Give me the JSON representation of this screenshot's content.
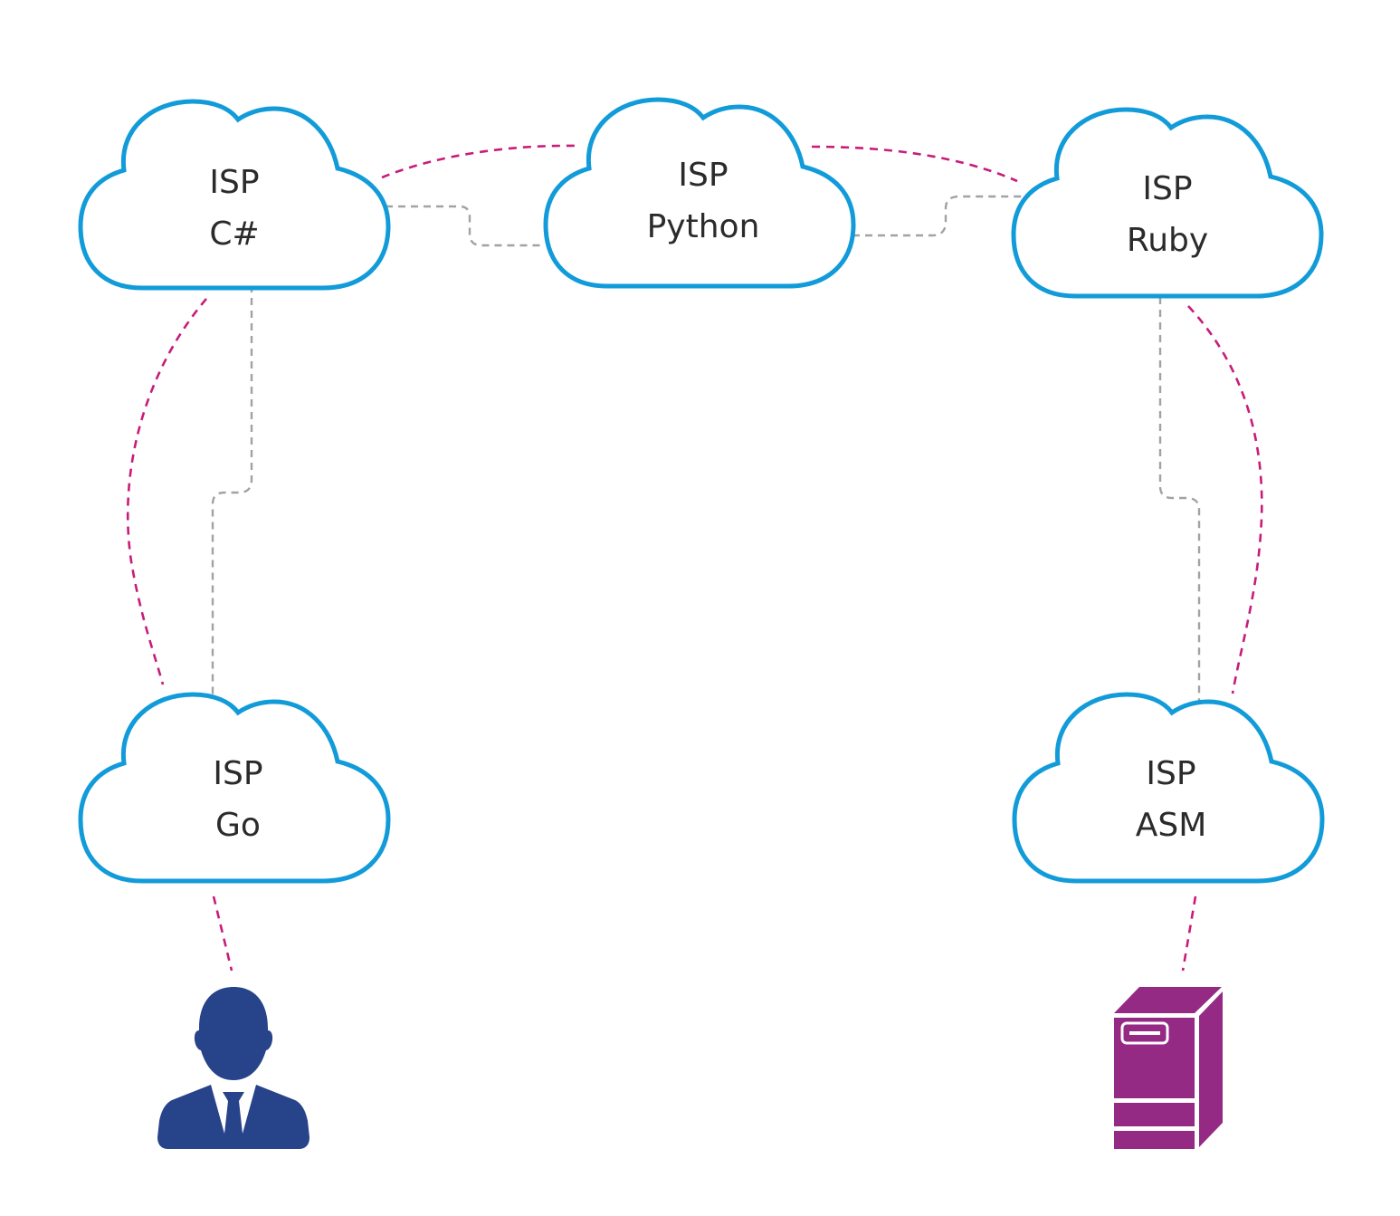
{
  "diagram": {
    "colors": {
      "cloud_stroke": "#129bd9",
      "pink_link": "#c81c7a",
      "gray_link": "#a2a2a2",
      "user": "#27438a",
      "server": "#952a84",
      "text": "#2b2b2b"
    },
    "nodes": [
      {
        "id": "csharp",
        "type": "cloud",
        "line1": "ISP",
        "line2": "C#"
      },
      {
        "id": "python",
        "type": "cloud",
        "line1": "ISP",
        "line2": "Python"
      },
      {
        "id": "ruby",
        "type": "cloud",
        "line1": "ISP",
        "line2": "Ruby"
      },
      {
        "id": "go",
        "type": "cloud",
        "line1": "ISP",
        "line2": "Go"
      },
      {
        "id": "asm",
        "type": "cloud",
        "line1": "ISP",
        "line2": "ASM"
      },
      {
        "id": "user",
        "type": "user-icon"
      },
      {
        "id": "server",
        "type": "server-icon"
      }
    ],
    "links": [
      {
        "from": "csharp",
        "to": "python",
        "style": "pink-dashed"
      },
      {
        "from": "csharp",
        "to": "python",
        "style": "gray-dashed"
      },
      {
        "from": "python",
        "to": "ruby",
        "style": "pink-dashed"
      },
      {
        "from": "python",
        "to": "ruby",
        "style": "gray-dashed"
      },
      {
        "from": "csharp",
        "to": "go",
        "style": "pink-dashed"
      },
      {
        "from": "csharp",
        "to": "go",
        "style": "gray-dashed"
      },
      {
        "from": "ruby",
        "to": "asm",
        "style": "pink-dashed"
      },
      {
        "from": "ruby",
        "to": "asm",
        "style": "gray-dashed"
      },
      {
        "from": "go",
        "to": "user",
        "style": "pink-dashed"
      },
      {
        "from": "asm",
        "to": "server",
        "style": "pink-dashed"
      }
    ]
  }
}
